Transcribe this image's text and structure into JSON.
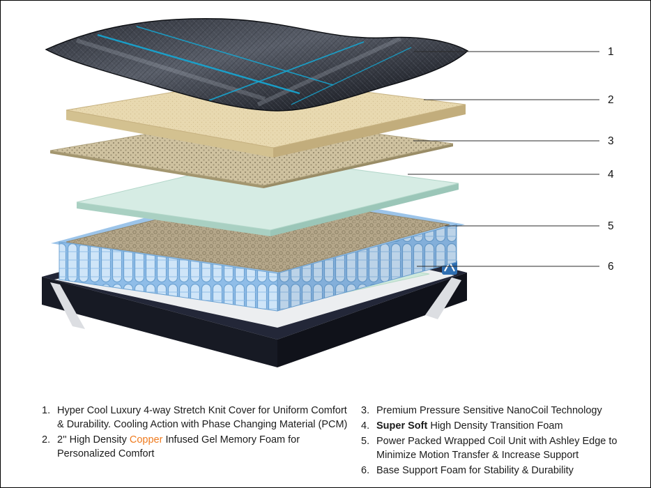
{
  "diagram": {
    "title": "mattress-exploded-layer-diagram",
    "callouts": [
      {
        "number": "1"
      },
      {
        "number": "2"
      },
      {
        "number": "3"
      },
      {
        "number": "4"
      },
      {
        "number": "5"
      },
      {
        "number": "6"
      }
    ],
    "layers": [
      {
        "id": 1,
        "name": "Hyper Cool Luxury 4-way Stretch Knit Cover"
      },
      {
        "id": 2,
        "name": "High Density Copper Infused Gel Memory Foam"
      },
      {
        "id": 3,
        "name": "Premium Pressure Sensitive NanoCoil"
      },
      {
        "id": 4,
        "name": "Super Soft High Density Transition Foam"
      },
      {
        "id": 5,
        "name": "Power Packed Wrapped Coil Unit with Ashley Edge"
      },
      {
        "id": 6,
        "name": "Base Support Foam"
      }
    ]
  },
  "legend": {
    "columns": [
      {
        "items": [
          {
            "number": "1.",
            "parts": [
              {
                "t": "Hyper Cool Luxury 4-way Stretch Knit Cover for Uniform Comfort & Durability. Cooling Action with Phase Changing Material (PCM)",
                "s": "normal"
              }
            ]
          },
          {
            "number": "2.",
            "parts": [
              {
                "t": "2'' High Density ",
                "s": "normal"
              },
              {
                "t": "Copper",
                "s": "orange"
              },
              {
                "t": " Infused Gel Memory Foam for Personalized Comfort",
                "s": "normal"
              }
            ]
          }
        ]
      },
      {
        "items": [
          {
            "number": "3.",
            "parts": [
              {
                "t": "Premium Pressure Sensitive NanoCoil Technology",
                "s": "normal"
              }
            ]
          },
          {
            "number": "4.",
            "parts": [
              {
                "t": "Super Soft",
                "s": "bold"
              },
              {
                "t": " High Density Transition Foam",
                "s": "normal"
              }
            ]
          },
          {
            "number": "5.",
            "parts": [
              {
                "t": "Power Packed Wrapped Coil Unit with Ashley Edge to Minimize Motion Transfer & Increase Support",
                "s": "normal"
              }
            ]
          },
          {
            "number": "6.",
            "parts": [
              {
                "t": "Base Support Foam for Stability & Durability",
                "s": "normal"
              }
            ]
          }
        ]
      }
    ]
  },
  "colors": {
    "accent_cyan": "#18aed8",
    "copper_text": "#ef7b1f",
    "cover_dark": "#16181e",
    "memory_foam_tan": "#e8d9b0",
    "nanocoil_tan": "#cfc2a0",
    "transition_foam_mint": "#d6ece4",
    "coil_blue": "#cfe5f8",
    "base_dark": "#1c2030",
    "base_foam_mint": "#cfe9dc",
    "logo_blue": "#2f6fb2"
  }
}
